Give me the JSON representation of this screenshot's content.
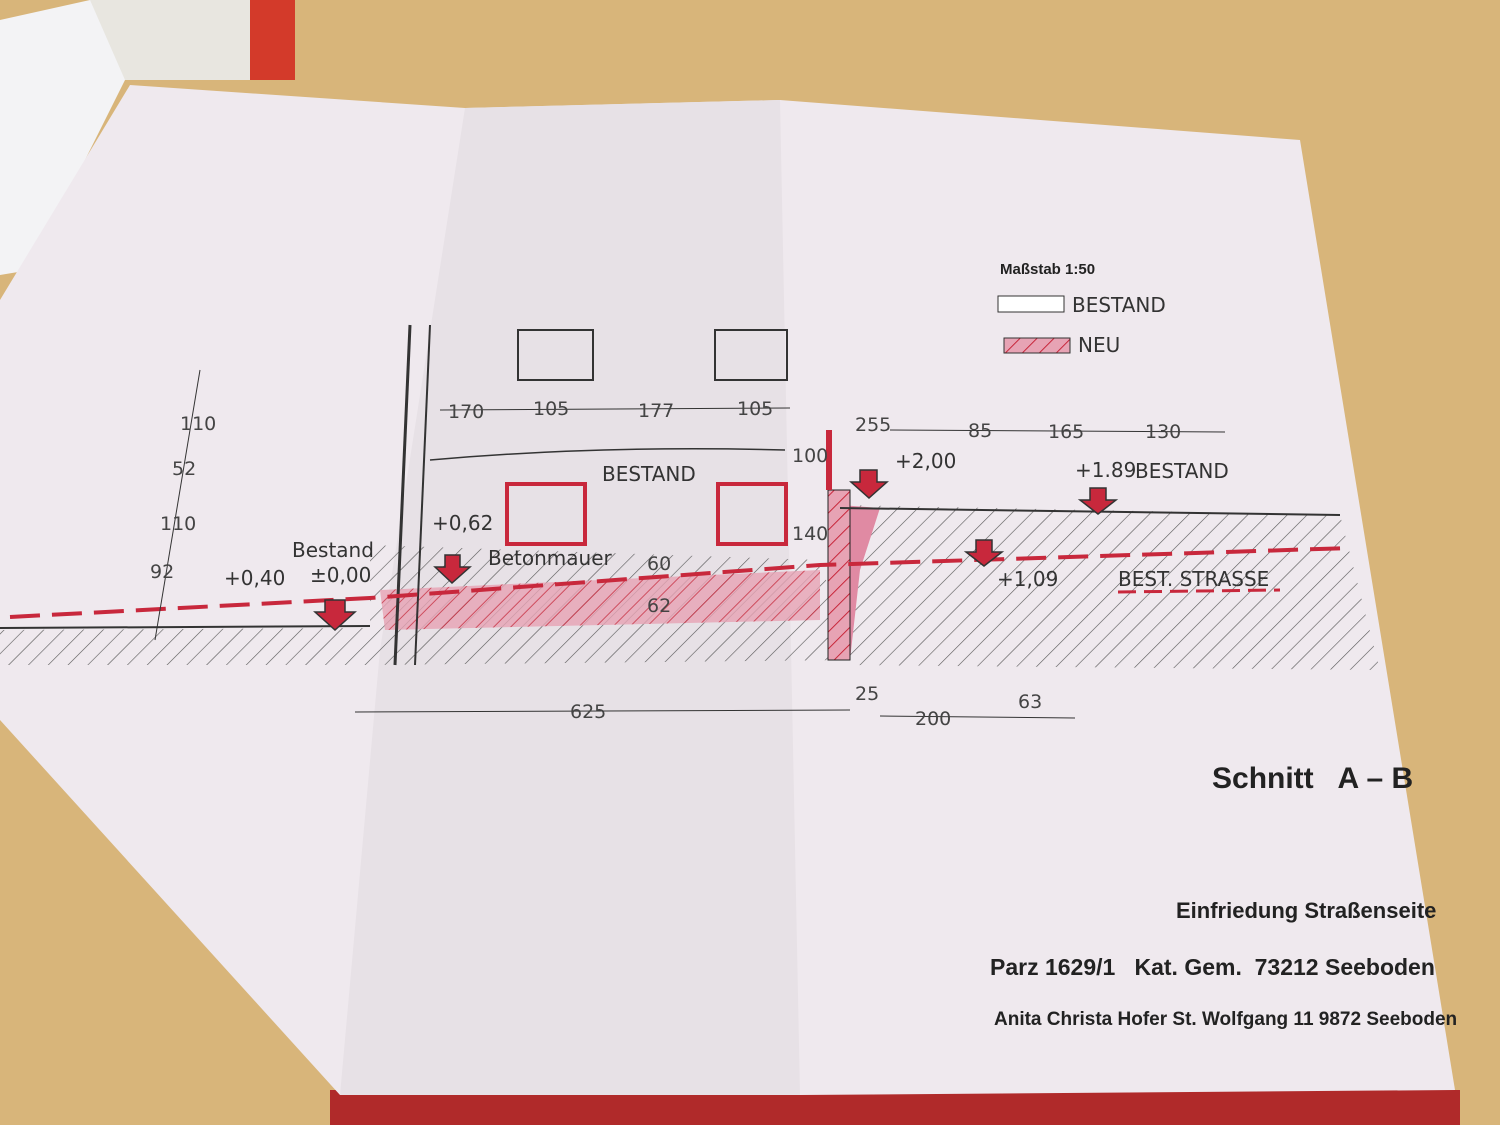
{
  "drawing": {
    "scale_label": "Maßstab 1:50",
    "legend": [
      {
        "label": "BESTAND",
        "fill": "#ffffff"
      },
      {
        "label": "NEU",
        "fill": "#d9577a"
      }
    ],
    "top_dimensions": [
      "170",
      "105",
      "177",
      "105",
      "255",
      "85",
      "165",
      "130"
    ],
    "left_dimensions": [
      "110",
      "52",
      "110",
      "92"
    ],
    "wall_dimensions": [
      "100",
      "140",
      "60",
      "62"
    ],
    "bottom_dimensions": [
      "625",
      "25",
      "200",
      "63"
    ],
    "labels": {
      "bestand_center": "BESTAND",
      "bestand_left": "Bestand",
      "betonmauer": "Betonmauer",
      "bestand_right": "BESTAND",
      "street": "BEST. STRASSE"
    },
    "levels": {
      "plus040": "+0,40",
      "zero": "±0,00",
      "plus062": "+0,62",
      "plus200": "+2,00",
      "plus189": "+1.89",
      "plus109": "+1,09"
    },
    "title_block": {
      "title": "Schnitt   A – B",
      "subtitle": "Einfriedung Straßenseite",
      "parcel": "Parz 1629/1   Kat. Gem.  73212 Seeboden",
      "owner": "Anita Christa Hofer St. Wolfgang 11 9872 Seeboden"
    },
    "colors": {
      "new": "#c8283c",
      "paper": "#efe9ee",
      "desk": "#d9b67c"
    }
  }
}
